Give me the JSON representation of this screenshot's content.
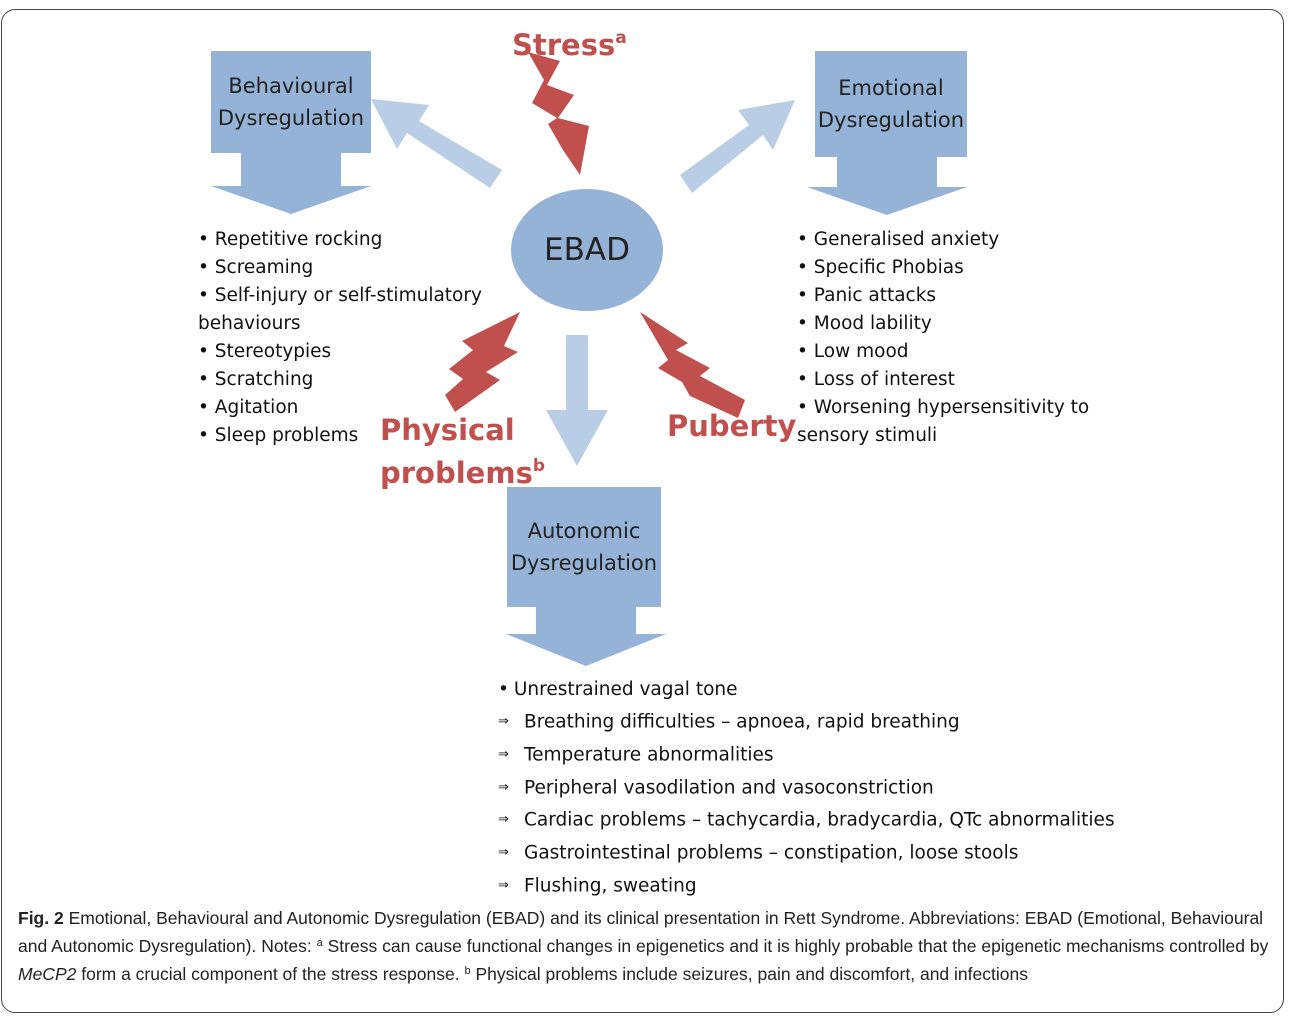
{
  "boxes": {
    "behavioural": {
      "line1": "Behavioural",
      "line2": "Dysregulation"
    },
    "emotional": {
      "line1": "Emotional",
      "line2": "Dysregulation"
    },
    "autonomic": {
      "line1": "Autonomic",
      "line2": "Dysregulation"
    }
  },
  "center": {
    "label": "EBAD"
  },
  "triggers": {
    "stress": {
      "label": "Stress",
      "note": "a"
    },
    "physical": {
      "line1": "Physical",
      "line2": "problems",
      "note": "b"
    },
    "puberty": {
      "label": "Puberty"
    }
  },
  "behavioural_list": [
    "• Repetitive rocking",
    "• Screaming",
    "• Self-injury or self-stimulatory",
    "behaviours",
    "• Stereotypies",
    "• Scratching",
    "• Agitation",
    "• Sleep problems"
  ],
  "emotional_list": [
    "• Generalised anxiety",
    "• Specific Phobias",
    "• Panic attacks",
    "• Mood lability",
    "• Low mood",
    "• Loss of interest",
    "• Worsening hypersensitivity to",
    "sensory stimuli"
  ],
  "autonomic_list": {
    "bullet_marker": "•",
    "arrow_marker": "⇒",
    "first": "Unrestrained vagal tone",
    "items": [
      "Breathing difficulties – apnoea, rapid breathing",
      "Temperature abnormalities",
      "Peripheral vasodilation and vasoconstriction",
      "Cardiac problems – tachycardia, bradycardia, QTc abnormalities",
      "Gastrointestinal problems – constipation, loose stools",
      "Flushing, sweating"
    ]
  },
  "caption": {
    "fig_label": "Fig. 2",
    "text1": " Emotional, Behavioural and Autonomic Dysregulation (EBAD) and its clinical presentation in Rett Syndrome. Abbreviations: EBAD (Emotional, Behavioural and Autonomic Dysregulation). Notes: ",
    "note_a": "a",
    "text2": " Stress can cause functional changes in epigenetics and it is highly probable that the epigenetic mechanisms controlled by ",
    "gene": "MeCP2",
    "text3": " form a crucial component of the stress response. ",
    "note_b": "b",
    "text4": " Physical problems include seizures, pain and discomfort, and infections"
  },
  "colors": {
    "box_fill": "#95b3d7",
    "light_arrow": "#b9cde5",
    "bolt": "#c0504d"
  }
}
